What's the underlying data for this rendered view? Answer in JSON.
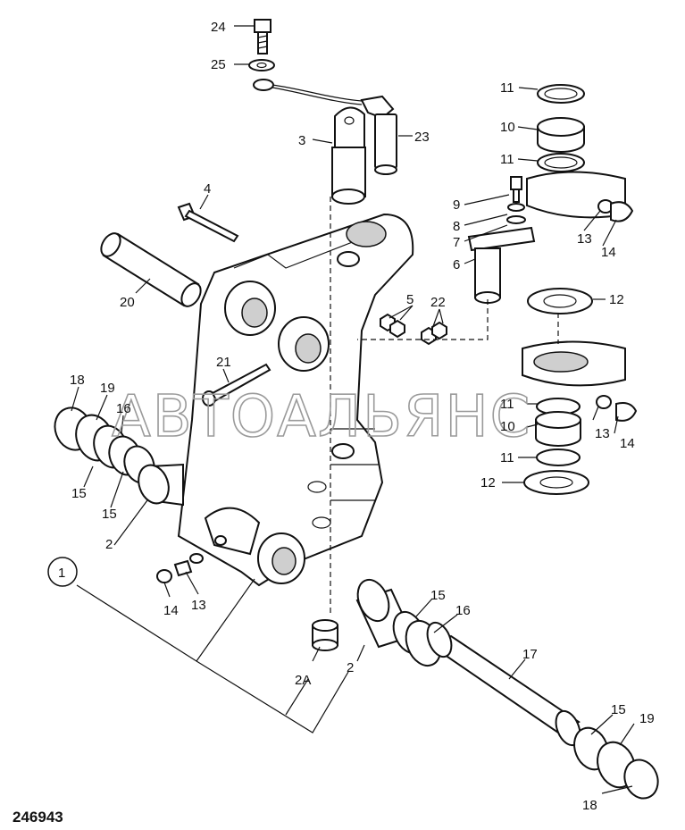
{
  "drawing_number": "246943",
  "watermark": "АВТОАЛЬЯНС",
  "group_callout": "1",
  "part_callouts": [
    "24",
    "25",
    "3",
    "23",
    "11",
    "10",
    "11",
    "9",
    "8",
    "7",
    "6",
    "4",
    "20",
    "13",
    "14",
    "5",
    "22",
    "12",
    "21",
    "18",
    "19",
    "16",
    "15",
    "15",
    "11",
    "10",
    "13",
    "14",
    "11",
    "12",
    "2",
    "14",
    "13",
    "15",
    "16",
    "17",
    "2A",
    "2",
    "15",
    "19",
    "18"
  ]
}
